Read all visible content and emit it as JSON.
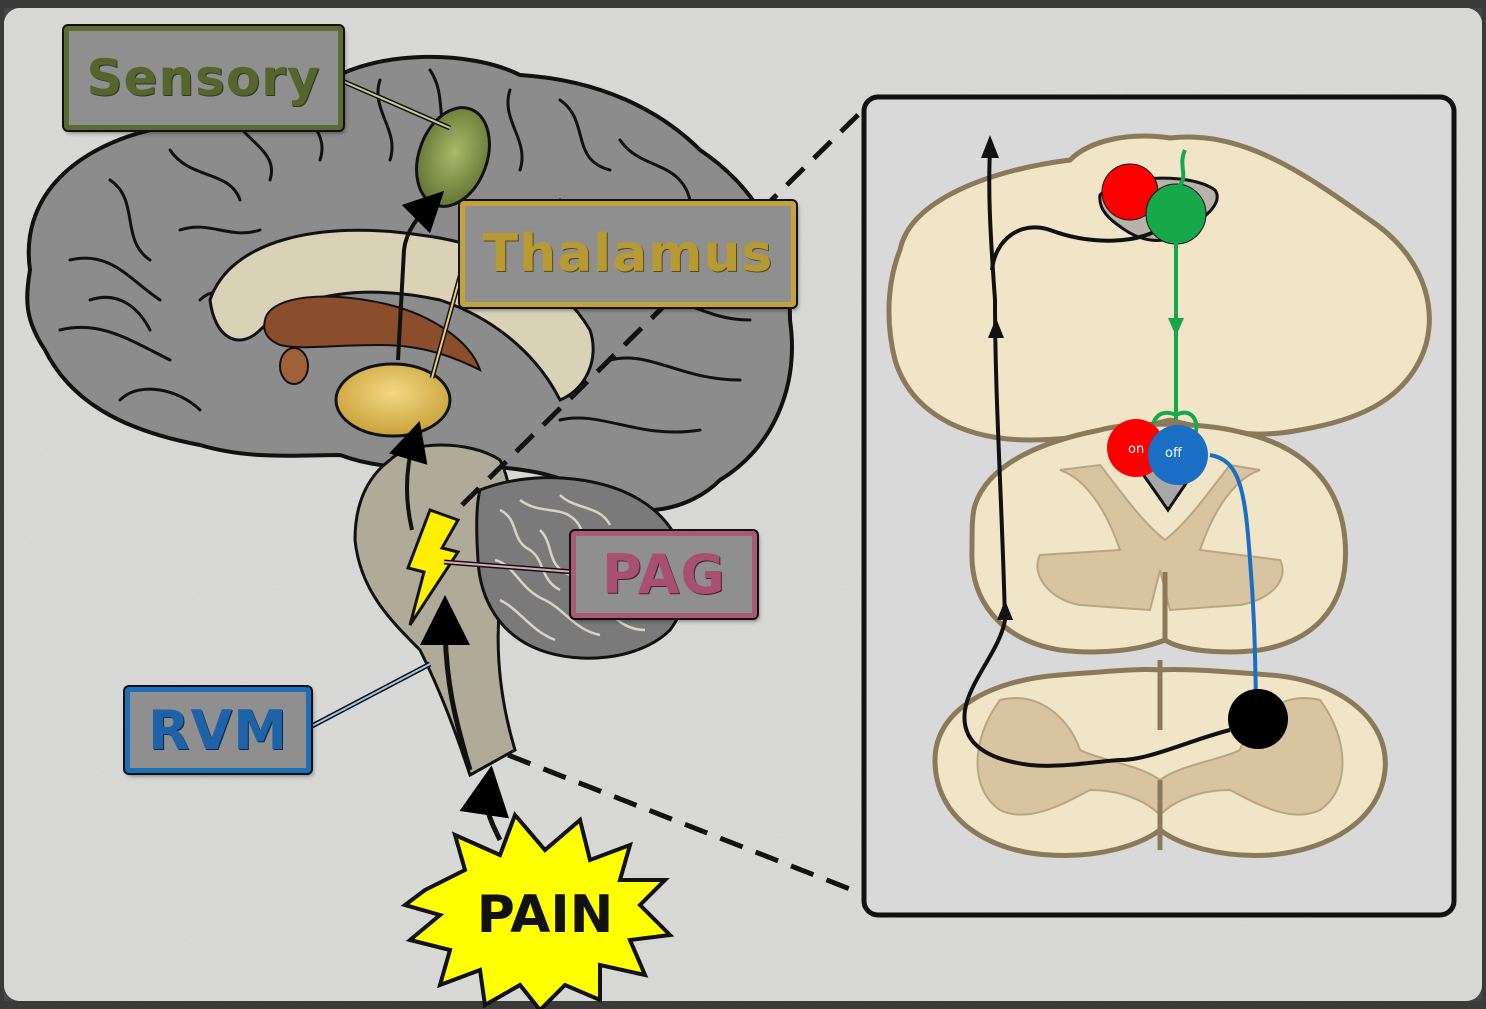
{
  "labels": {
    "sensory": "Sensory",
    "thalamus": "Thalamus",
    "pag": "PAG",
    "rvm": "RVM",
    "pain": "PAIN",
    "on_cell": "on",
    "off_cell": "off"
  },
  "colors": {
    "sensory": "#6b7d36",
    "thalamus": "#c2a23b",
    "pag": "#a85a77",
    "rvm": "#1f6fb8",
    "pain_burst": "#ffff00",
    "on_cell": "#ff0000",
    "off_cell": "#1a6fc4",
    "pag_neuron": "#16a84a",
    "primary_afferent": "#000000"
  },
  "icons": [
    "brain-sagittal",
    "lightning-bolt-icon",
    "pain-starburst",
    "spinal-cord-section"
  ]
}
